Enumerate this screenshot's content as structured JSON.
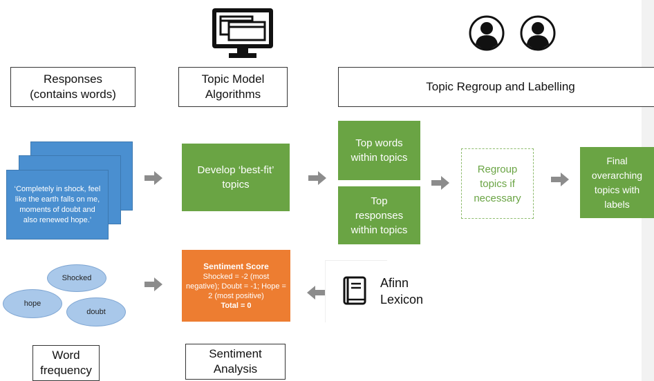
{
  "labels": {
    "responses": "Responses\n(contains words)",
    "topic_model": "Topic Model\nAlgorithms",
    "regroup_labelling": "Topic Regroup and Labelling",
    "word_frequency": "Word\nfrequency",
    "sentiment_analysis": "Sentiment\nAnalysis"
  },
  "documents": {
    "quote": "‘Completely in shock, feel like the earth falls on me, moments of doubt and also renewed hope.’"
  },
  "steps": {
    "develop": "Develop ‘best-fit’\ntopics",
    "top_words": "Top words\nwithin topics",
    "top_responses": "Top\nresponses\nwithin topics",
    "regroup": "Regroup\ntopics if\nnecessary",
    "final": "Final\noverarching\ntopics with\nlabels"
  },
  "words": {
    "shocked": "Shocked",
    "hope": "hope",
    "doubt": "doubt"
  },
  "sentiment": {
    "title": "Sentiment Score",
    "body": "Shocked = -2 (most negative); Doubt = -1; Hope = 2 (most positive)",
    "total": "Total = 0"
  },
  "lexicon": {
    "label": "Afinn\nLexicon"
  },
  "icons": {
    "computer": "computer-icon",
    "user1": "user-icon",
    "user2": "user-icon",
    "book": "book-icon",
    "arrow": "arrow-right-icon"
  },
  "colors": {
    "green": "#6aa444",
    "blue": "#4a8fd0",
    "orange": "#ed7d31",
    "ellipse": "#a9c8ea",
    "arrow": "#8c8c8c"
  }
}
